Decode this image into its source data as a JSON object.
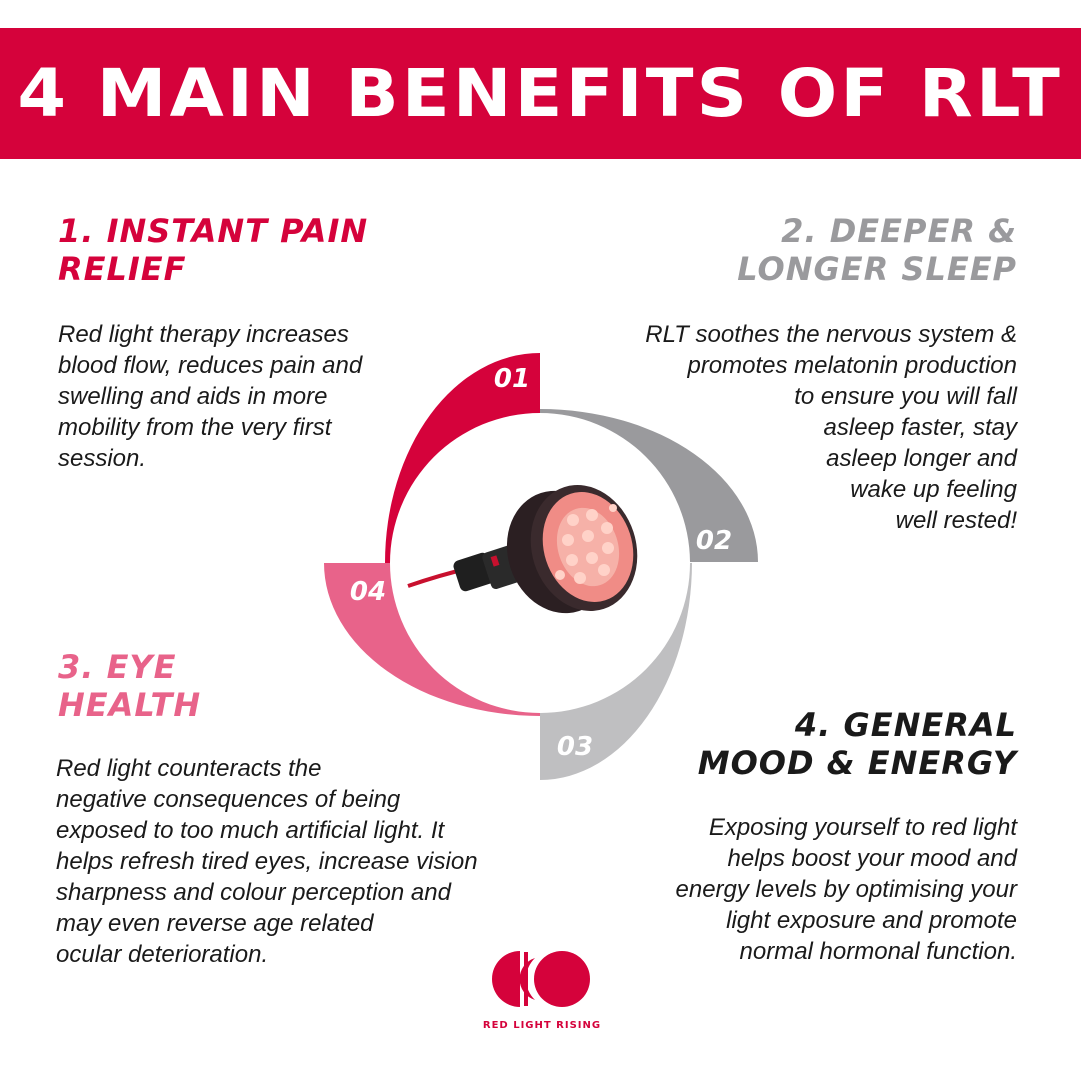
{
  "title": "4 MAIN BENEFITS OF RLT",
  "colors": {
    "brand_red": "#d5023b",
    "grey_dark": "#9a9a9d",
    "grey_light": "#bfbfc1",
    "pink": "#e8638a",
    "text": "#1a1a1a"
  },
  "benefits": [
    {
      "number": "01",
      "heading": "1. INSTANT PAIN\nRELIEF",
      "body": "Red light therapy increases\nblood flow, reduces pain and\nswelling and aids in more\nmobility from the very first\nsession."
    },
    {
      "number": "02",
      "heading": "2. DEEPER &\nLONGER SLEEP",
      "body": "RLT soothes the nervous system &\npromotes melatonin production\nto ensure you will fall\nasleep faster, stay\nasleep longer and\nwake up feeling\nwell rested!"
    },
    {
      "number": "03",
      "heading": "3. EYE\nHEALTH",
      "body": "Red light  counteracts the\nnegative  consequences of being\nexposed to too much artificial light. It\nhelps refresh tired eyes, increase vision\nsharpness and colour perception and\nmay even reverse age related\nocular deterioration."
    },
    {
      "number": "04",
      "heading": "4. GENERAL\nMOOD & ENERGY",
      "body": "Exposing yourself to red light\nhelps boost your mood and\nenergy levels by optimising your\nlight exposure and promote\nnormal hormonal function."
    }
  ],
  "center_image": "red-light-bulb",
  "logo": {
    "text": "RED LIGHT RISING",
    "icon": "red-light-rising-logo-icon"
  }
}
